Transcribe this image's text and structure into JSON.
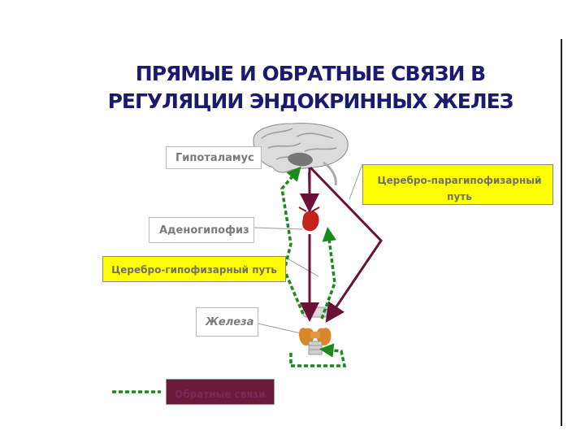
{
  "title": {
    "line1": "ПРЯМЫЕ И ОБРАТНЫЕ СВЯЗИ В",
    "line2": "РЕГУЛЯЦИИ ЭНДОКРИННЫХ ЖЕЛЕЗ"
  },
  "labels": {
    "hypothalamus": "Гипоталамус",
    "adenohypophysis": "Аденогипофиз",
    "gland": "Железа",
    "cerebro_parahypophyseal": "Церебро-парагипофизарный путь",
    "cerebro_hypophyseal": "Церебро-гипофизарный путь"
  },
  "legend": {
    "feedback_label": "Обратные связи"
  },
  "colors": {
    "title": "#1a1a6e",
    "direct_path": "#6b1036",
    "feedback_path": "#1a8a1a",
    "highlight": "#ffff00"
  }
}
